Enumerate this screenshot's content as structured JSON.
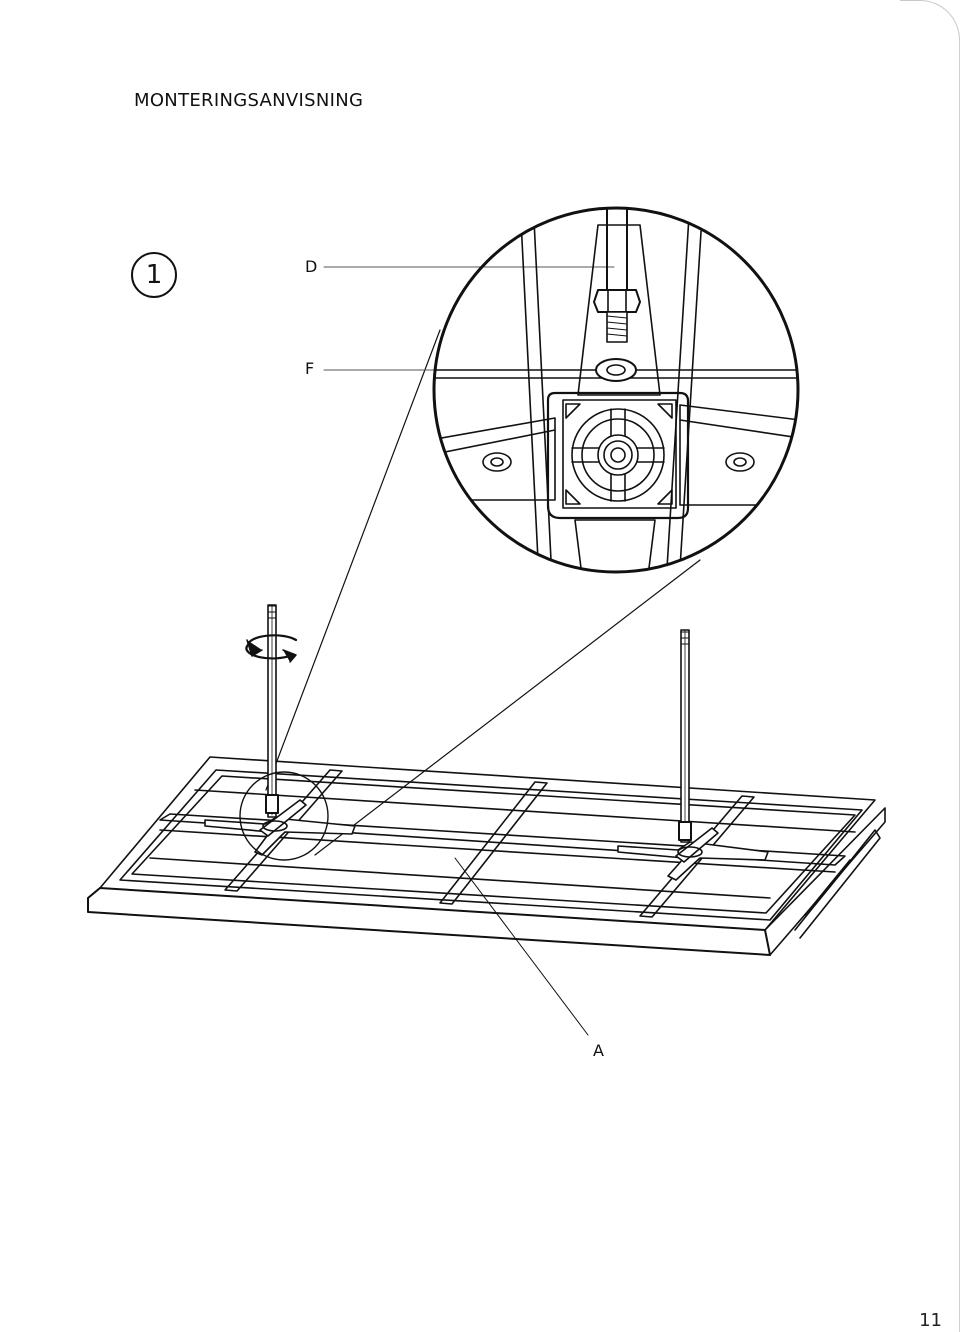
{
  "document": {
    "title": "MONTERINGSANVISNING",
    "step_number": "1",
    "page_number": "11"
  },
  "callouts": {
    "d": "D",
    "f": "F",
    "a": "A"
  },
  "colors": {
    "ink": "#111111",
    "paper": "#ffffff"
  }
}
